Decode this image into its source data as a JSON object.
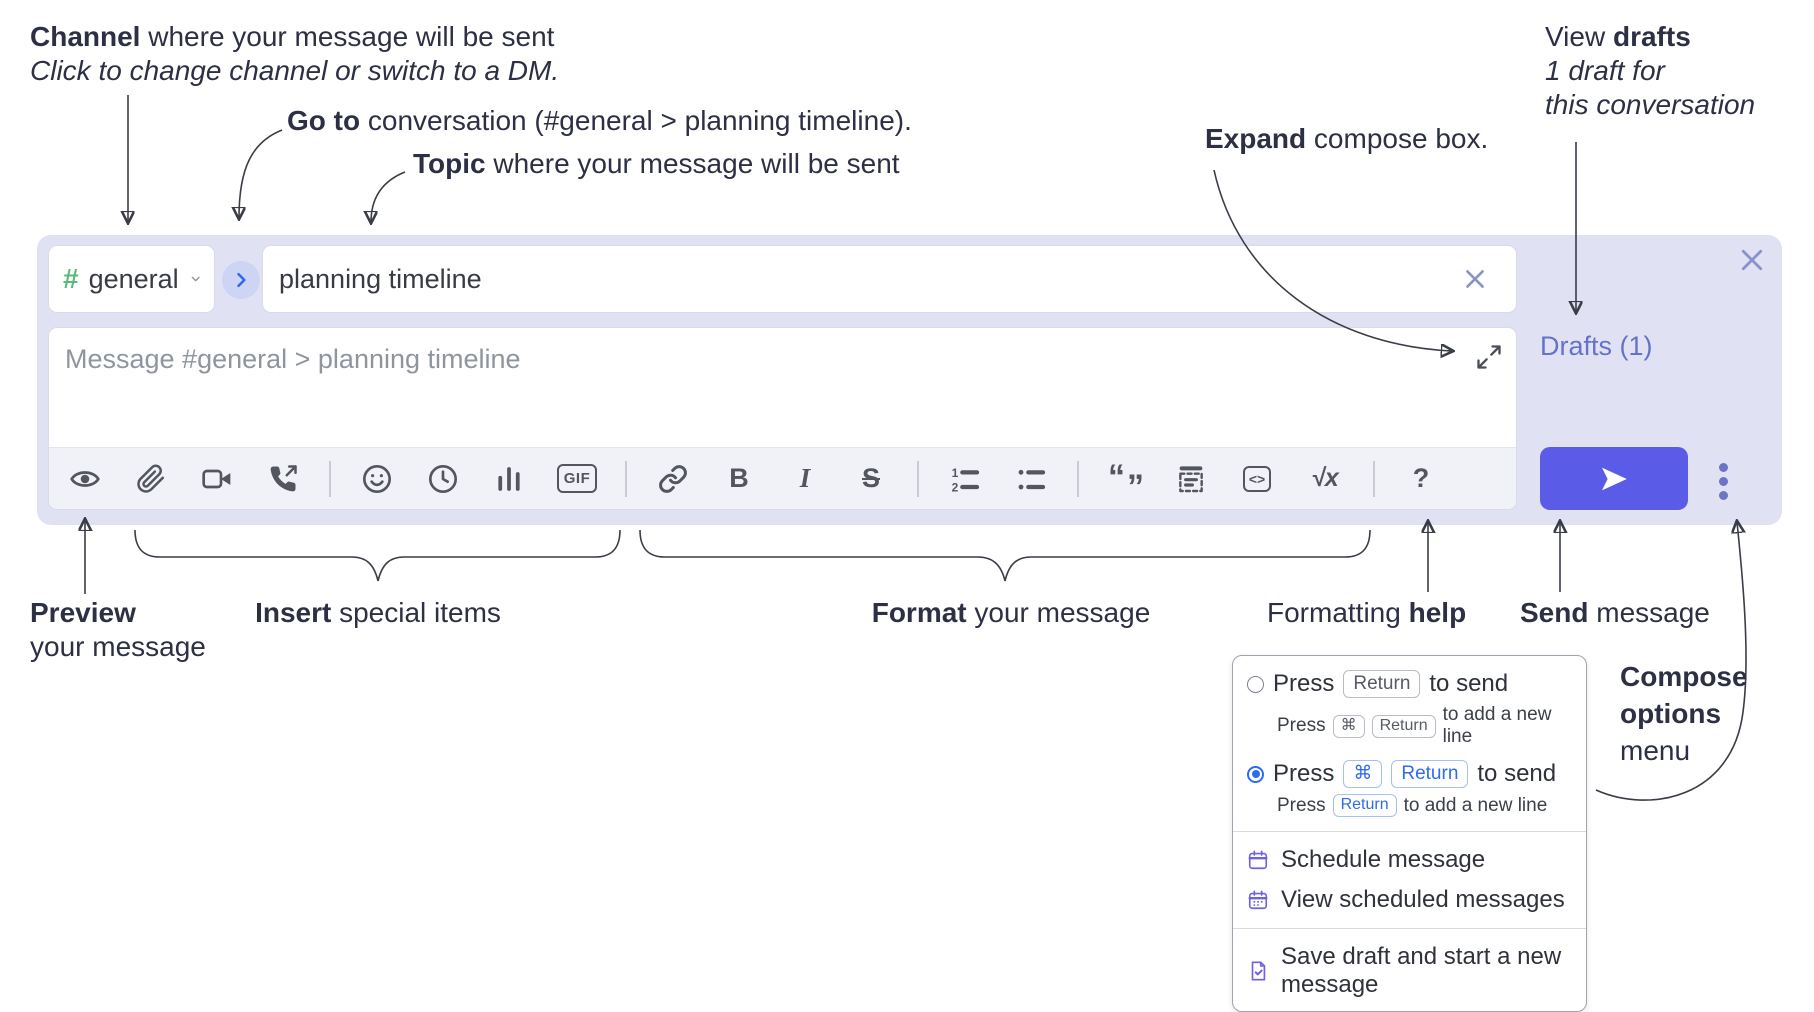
{
  "annotations": {
    "channel_line1_bold": "Channel",
    "channel_line1_rest": " where your message will be sent",
    "channel_line2": "Click to change channel or switch to a DM.",
    "goto_bold": "Go to",
    "goto_rest": " conversation (#general > planning timeline).",
    "topic_bold": "Topic",
    "topic_rest": " where your message will be sent",
    "expand_bold": "Expand",
    "expand_rest": " compose box.",
    "drafts_line1_pre": "View ",
    "drafts_line1_bold": "drafts",
    "drafts_line2": "1 draft for",
    "drafts_line3": "this conversation",
    "preview_bold": "Preview",
    "preview_line2": "your message",
    "insert_bold": "Insert",
    "insert_rest": " special items",
    "format_bold": "Format",
    "format_rest": " your message",
    "help_pre": "Formatting ",
    "help_bold": "help",
    "send_bold": "Send",
    "send_rest": " message",
    "options_line1": "Compose",
    "options_line2": "options",
    "options_line3": "menu"
  },
  "compose": {
    "channel_hash": "#",
    "channel_name": "general",
    "topic_value": "planning timeline",
    "message_placeholder": "Message #general > planning timeline",
    "drafts_link": "Drafts (1)"
  },
  "toolbar": {
    "gif": "GIF",
    "bold": "B",
    "italic": "I",
    "strike": "S",
    "quote_open": "“",
    "quote_close": "”",
    "code": "<>",
    "math": "√x",
    "help": "?"
  },
  "popup": {
    "opt1_press": "Press",
    "opt1_kbd": "Return",
    "opt1_suffix": "to send",
    "opt1_sub_press": "Press",
    "opt1_sub_kbd1": "⌘",
    "opt1_sub_kbd2": "Return",
    "opt1_sub_suffix": "to add a new line",
    "opt2_press": "Press",
    "opt2_kbd1": "⌘",
    "opt2_kbd2": "Return",
    "opt2_suffix": "to send",
    "opt2_sub_press": "Press",
    "opt2_sub_kbd": "Return",
    "opt2_sub_suffix": "to add a new line",
    "item_schedule": "Schedule message",
    "item_view_scheduled": "View scheduled messages",
    "item_save_draft": "Save draft and start a new message"
  },
  "colors": {
    "send_button": "#5a5ce8",
    "compose_bg": "#e0e2f3",
    "drafts_link": "#6472c8",
    "channel_green": "#5aba7c",
    "kbd_blue": "#2b6cf0",
    "popup_icon_purple": "#6e61e6"
  }
}
